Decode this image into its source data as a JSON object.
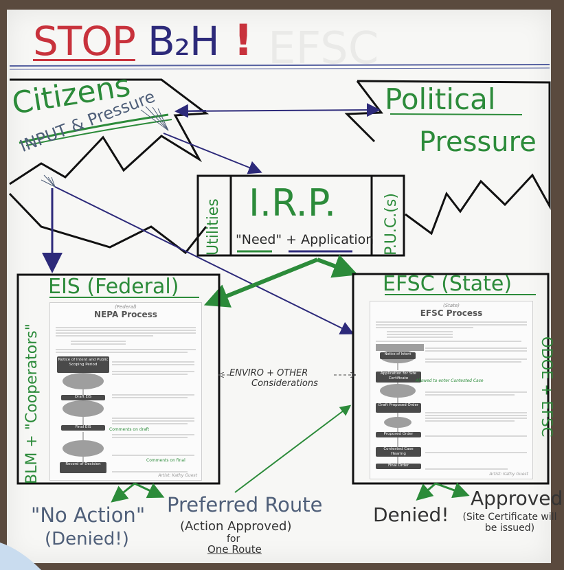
{
  "title": {
    "stop": "STOP",
    "b2h": "B₂H",
    "bang": "!"
  },
  "top_left": {
    "citizens": "Citizens",
    "input_pressure": "INPUT & Pressure"
  },
  "top_right": {
    "political": "Political",
    "pressure": "Pressure"
  },
  "irp": {
    "title": "I.R.P.",
    "need_application": "\"Need\" + Application",
    "left_side": "Utilities",
    "right_side": "P.U.C.(s)"
  },
  "left_box": {
    "title": "EIS (Federal)",
    "side_label": "BLM + \"Cooperators\"",
    "doc": {
      "subtitle": "(Federal)",
      "title": "NEPA Process",
      "steps": [
        "Notice of Intent and Public Scoping Period",
        "Draft EIS",
        "Final EIS",
        "Record of Decision"
      ],
      "annotation_1": "Comments on draft",
      "annotation_2": "Comments on final",
      "footer": "Artist: Kathy Guest"
    }
  },
  "right_box": {
    "title": "EFSC (State)",
    "side_label": "ODOE + EFSC",
    "doc": {
      "subtitle": "(State)",
      "title": "EFSC Process",
      "steps": [
        "Notice of Intent",
        "Application for Site Certificate",
        "Draft Proposed Order",
        "Proposed Order",
        "Contested Case Hearing",
        "Final Order"
      ],
      "annotation_1": "Allowed to enter Contested Case",
      "footer": "Artist: Kathy Guest"
    }
  },
  "middle": {
    "line1": "ENVIRO + OTHER",
    "line2": "Considerations"
  },
  "outcomes": {
    "no_action": "\"No Action\"",
    "denied_paren": "(Denied!)",
    "preferred": "Preferred Route",
    "action_approved": "(Action Approved)",
    "for_word": "for",
    "one_route_one": "One",
    "one_route_rest": " Route",
    "denied": "Denied!",
    "approved": "Approved",
    "site_certificate": "(Site Certificate will be issued)"
  },
  "colors": {
    "red": "#c8323c",
    "navy": "#2d2a7a",
    "green": "#2c8b3a",
    "slate": "#4f5f79"
  }
}
